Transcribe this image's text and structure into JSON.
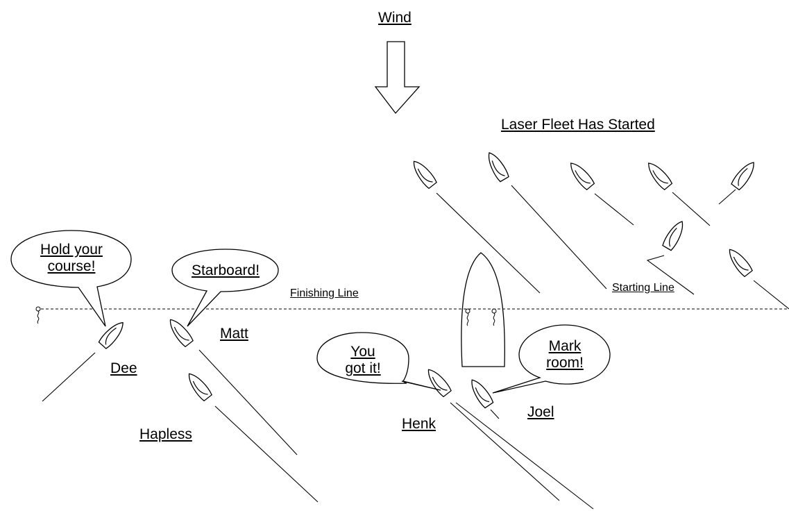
{
  "labels": {
    "wind": "Wind",
    "laser_fleet": "Laser Fleet Has Started",
    "finishing_line": "Finishing Line",
    "starting_line": "Starting Line"
  },
  "boats": {
    "dee": "Dee",
    "matt": "Matt",
    "hapless": "Hapless",
    "henk": "Henk",
    "joel": "Joel"
  },
  "speech": {
    "dee": [
      "Hold your",
      "course!"
    ],
    "matt": [
      "Starboard!"
    ],
    "henk": [
      "You",
      "got it!"
    ],
    "joel": [
      "Mark",
      "room!"
    ]
  },
  "colors": {
    "stroke": "#000000",
    "background": "#ffffff"
  }
}
